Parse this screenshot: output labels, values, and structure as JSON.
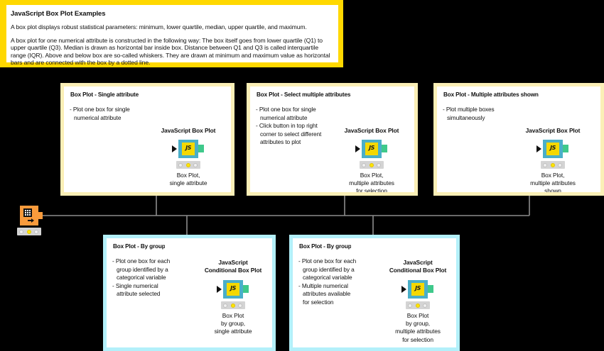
{
  "description": {
    "title": "JavaScript Box Plot Examples",
    "paragraphs": [
      "A box plot displays robust statistical parameters: minimum, lower quartile, median, upper quartile, and maximum.",
      "A box plot for one numerical attribute is constructed in the following way: The box itself goes from lower quartile (Q1) to upper quartile (Q3). Median is drawn as horizontal bar inside box. Distance between Q1 and Q3 is called interquartile range (IQR). Above and below box are so-called whiskers. They are drawn at minimum and maximum value as horizontal bars and are connected with the box by a dotted line."
    ]
  },
  "source_node": {
    "icon": "table-reader-icon",
    "status": "configured"
  },
  "groups": [
    {
      "id": "single-attribute",
      "color": "yellow",
      "title": "Box Plot - Single attribute",
      "bullets": [
        "- Plot one box for single\n  numerical attribute"
      ],
      "node": {
        "label": "JavaScript Box Plot",
        "sublabel": "Box Plot,\nsingle attribute",
        "icon": "javascript-node-icon",
        "status": "configured"
      }
    },
    {
      "id": "select-multiple-attributes",
      "color": "yellow",
      "title": "Box Plot - Select multiple attributes",
      "bullets": [
        "- Plot one box for single\n  numerical attribute",
        "- Click button in top right\n  corner to select different\n  attributes to plot"
      ],
      "node": {
        "label": "JavaScript Box Plot",
        "sublabel": "Box Plot,\nmultiple attributes\nfor selection",
        "icon": "javascript-node-icon",
        "status": "configured"
      }
    },
    {
      "id": "multiple-attributes-shown",
      "color": "yellow",
      "title": "Box Plot - Multiple attributes shown",
      "bullets": [
        "- Plot multiple boxes\n  simultaneously"
      ],
      "node": {
        "label": "JavaScript Box Plot",
        "sublabel": "Box Plot,\nmultiple attributes\nshown",
        "icon": "javascript-node-icon",
        "status": "configured"
      }
    },
    {
      "id": "by-group-single",
      "color": "cyan",
      "title": "Box Plot - By group",
      "bullets": [
        "- Plot one box for each\n  group identified by a\n  categorical variable",
        "- Single numerical\n  attribute selected"
      ],
      "node": {
        "label": "JavaScript\nConditional Box Plot",
        "sublabel": "Box Plot\nby group,\nsingle attribute",
        "icon": "javascript-node-icon",
        "status": "configured"
      }
    },
    {
      "id": "by-group-multiple",
      "color": "cyan",
      "title": "Box Plot - By group",
      "bullets": [
        "- Plot one box for each\n  group identified by a\n  categorical variable",
        "- Multiple numerical\n  attributes available\n  for selection"
      ],
      "node": {
        "label": "JavaScript\nConditional Box Plot",
        "sublabel": "Box Plot\nby group,\nmultiple attributes\nfor selection",
        "icon": "javascript-node-icon",
        "status": "configured"
      }
    }
  ],
  "colors": {
    "canvas": "#000000",
    "annotation_yellow": "#FBEFB6",
    "annotation_cyan": "#B3F0FA",
    "banner_border": "#FFD800",
    "node_body": "#4BAFC8",
    "node_icon": "#F5D800",
    "port_out": "#3FC98B",
    "source_node": "#F99B3C",
    "wire": "#8C8C8C"
  }
}
